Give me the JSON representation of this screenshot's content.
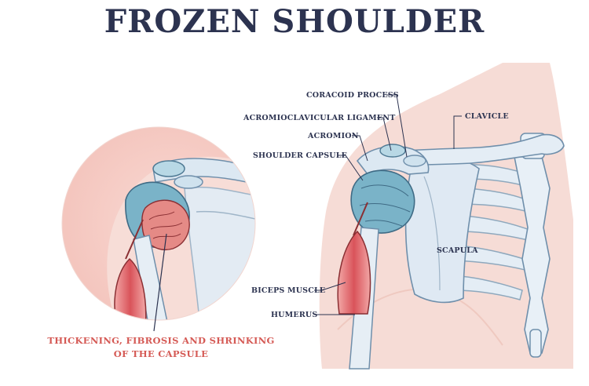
{
  "title": "FROZEN SHOULDER",
  "labels": {
    "coracoid_process": "CORACOID PROCESS",
    "acromioclavicular_ligament": "ACROMIOCLAVICULAR LIGAMENT",
    "acromion": "ACROMION",
    "shoulder_capsule": "SHOULDER CAPSULE",
    "clavicle": "CLAVICLE",
    "scapula": "SCAPULA",
    "biceps_muscle": "BICEPS MUSCLE",
    "humerus": "HUMERUS"
  },
  "caption": {
    "line1": "THICKENING, FIBROSIS AND SHRINKING",
    "line2": "OF THE CAPSULE"
  },
  "colors": {
    "title": "#2c3350",
    "caption": "#d55a55",
    "skin": "#f6dcd6",
    "bone": "#dce8f2",
    "capsule": "#7ab3c8",
    "muscle": "#d9535a"
  }
}
